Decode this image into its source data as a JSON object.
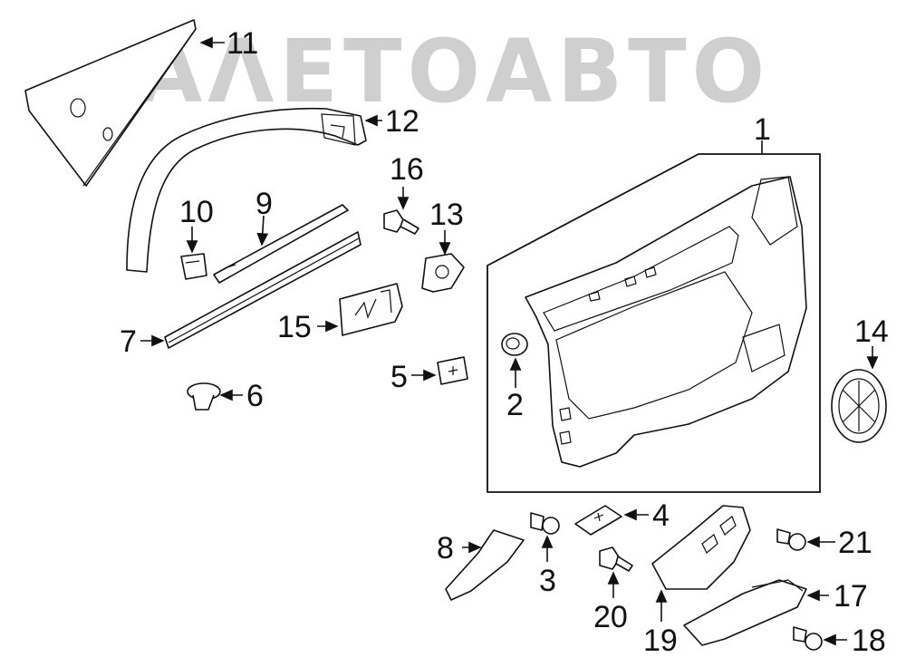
{
  "watermark": {
    "text": "ΑΛΕΤΟΑΒΤΟ",
    "color": "#cfcfcf"
  },
  "callouts": [
    {
      "id": "c1",
      "label": "1"
    },
    {
      "id": "c2",
      "label": "2"
    },
    {
      "id": "c3",
      "label": "3"
    },
    {
      "id": "c4",
      "label": "4"
    },
    {
      "id": "c5",
      "label": "5"
    },
    {
      "id": "c6",
      "label": "6"
    },
    {
      "id": "c7",
      "label": "7"
    },
    {
      "id": "c8",
      "label": "8"
    },
    {
      "id": "c9",
      "label": "9"
    },
    {
      "id": "c10",
      "label": "10"
    },
    {
      "id": "c11",
      "label": "11"
    },
    {
      "id": "c12",
      "label": "12"
    },
    {
      "id": "c13",
      "label": "13"
    },
    {
      "id": "c14",
      "label": "14"
    },
    {
      "id": "c15",
      "label": "15"
    },
    {
      "id": "c16",
      "label": "16"
    },
    {
      "id": "c17",
      "label": "17"
    },
    {
      "id": "c18",
      "label": "18"
    },
    {
      "id": "c19",
      "label": "19"
    },
    {
      "id": "c20",
      "label": "20"
    },
    {
      "id": "c21",
      "label": "21"
    }
  ]
}
